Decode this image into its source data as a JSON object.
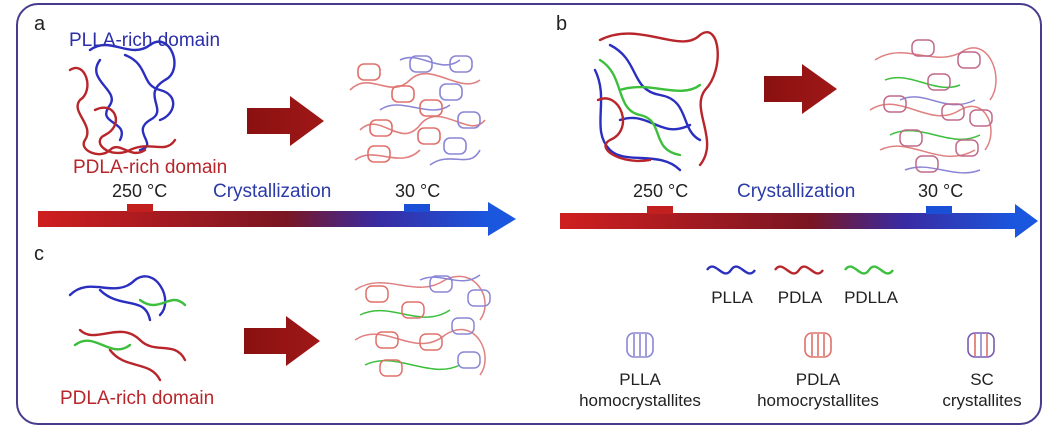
{
  "panels": {
    "a": {
      "letter": "a",
      "plla_domain": "PLLA-rich domain",
      "pdla_domain": "PDLA-rich domain",
      "temp_high": "250 °C",
      "process": "Crystallization",
      "temp_low": "30 °C"
    },
    "b": {
      "letter": "b",
      "temp_high": "250 °C",
      "process": "Crystallization",
      "temp_low": "30 °C"
    },
    "c": {
      "letter": "c",
      "pdla_domain": "PDLA-rich domain"
    }
  },
  "legend": {
    "chains": [
      {
        "label": "PLLA",
        "color": "#2b2fbf"
      },
      {
        "label": "PDLA",
        "color": "#b8262b"
      },
      {
        "label": "PDLLA",
        "color": "#3cbf3c"
      }
    ],
    "crystallites": [
      {
        "line1": "PLLA",
        "line2": "homocrystallites",
        "color": "#8a86d6"
      },
      {
        "line1": "PDLA",
        "line2": "homocrystallites",
        "color": "#e0706a"
      },
      {
        "line1": "SC",
        "line2": "crystallites",
        "color": "#c06a8a"
      }
    ]
  },
  "colors": {
    "frame": "#4a3a8c",
    "gradient_start": "#c81e1e",
    "gradient_mid": "#8a1a1a",
    "gradient_end": "#1a4fd6",
    "arrow": "#8a1212"
  }
}
